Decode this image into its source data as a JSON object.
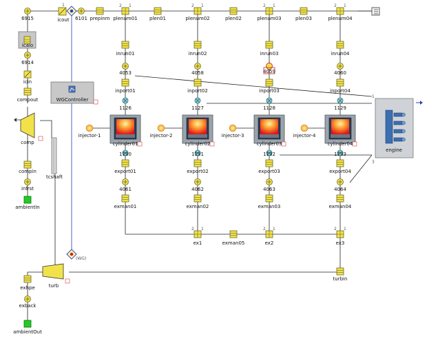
{
  "colors": {
    "wire": "#222222",
    "signal_wire": "#2b3fb5",
    "component_fill": "#f2e24a",
    "component_border": "#6a6a28",
    "block_bg": "#c8c8c8",
    "ambient": "#22cc22",
    "engine_bg": "#cfd3d8",
    "engine_icon": "#3b6fb0"
  },
  "diagram": {
    "upper_chain": [
      "6915",
      "icout",
      "6101",
      "prepinm",
      "plenum01",
      "plen01",
      "plenum02",
      "plen02",
      "plenum03",
      "plen03",
      "plenum04"
    ],
    "left_chain": [
      "icaio",
      "6914",
      "icin",
      "compout",
      "comp",
      "compin",
      "infrst",
      "ambientIn"
    ],
    "exhaust_chain": [
      "exman01",
      "ex1",
      "exman02",
      "exman05",
      "ex2",
      "exman03",
      "ex3",
      "exman04",
      "turbin",
      "turb",
      "exhpe",
      "exback",
      "ambientOut"
    ],
    "cylinders": [
      {
        "id": "cyl1",
        "runner": "inrun01",
        "node_in": "4053",
        "port_in": "inport01",
        "junc_in": "1126",
        "injector": "injector-1",
        "cylinder": "cylinder01",
        "junc_out": "1130",
        "port_out": "export01",
        "node_out": "4061",
        "manifold": "exman01"
      },
      {
        "id": "cyl2",
        "runner": "inrun02",
        "node_in": "4058",
        "port_in": "inport02",
        "junc_in": "1127",
        "injector": "injector-2",
        "cylinder": "cylinder02",
        "junc_out": "1131",
        "port_out": "export02",
        "node_out": "4062",
        "manifold": "exman02"
      },
      {
        "id": "cyl3",
        "runner": "inrun03",
        "node_in": "4059",
        "port_in": "inport03",
        "junc_in": "1128",
        "injector": "injector-3",
        "cylinder": "cylinder03",
        "junc_out": "1132",
        "port_out": "export03",
        "node_out": "4063",
        "manifold": "exman03"
      },
      {
        "id": "cyl4",
        "runner": "inrun04",
        "node_in": "4060",
        "port_in": "inport04",
        "junc_in": "1129",
        "injector": "injector-4",
        "cylinder": "cylinder04",
        "junc_out": "1133",
        "port_out": "export04",
        "node_out": "4064",
        "manifold": "exman04"
      }
    ],
    "blocks": {
      "wgcontroller": "WGController",
      "tcshaft": "tcshaft",
      "engine": "engine",
      "wg_tag": "(WG)"
    },
    "port_numbers": [
      "1",
      "2",
      "3"
    ]
  }
}
